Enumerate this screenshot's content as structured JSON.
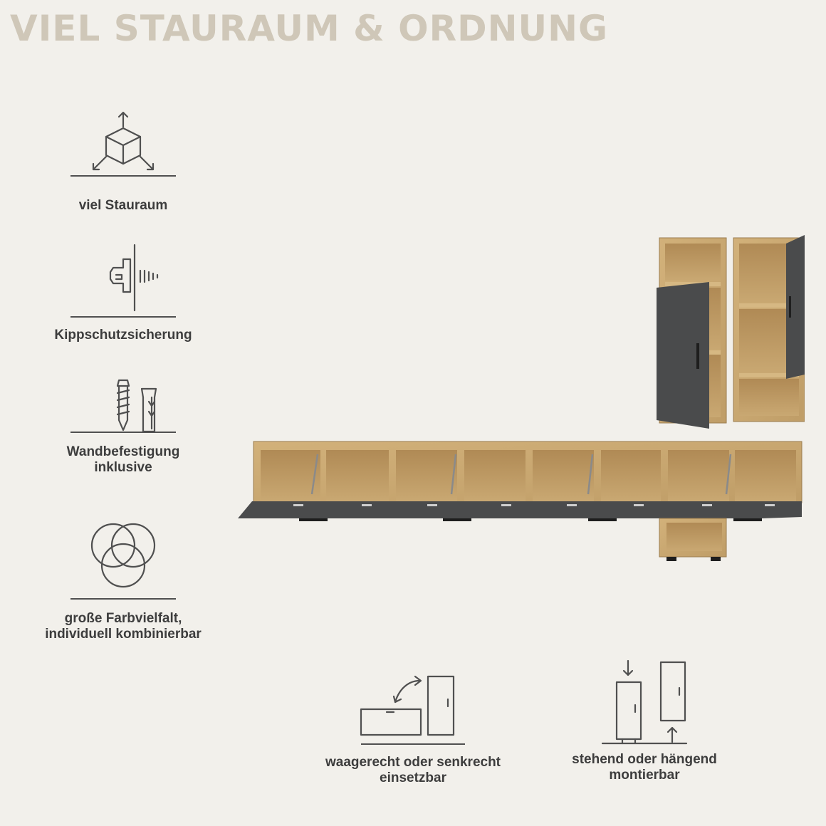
{
  "page": {
    "title": "VIEL STAURAUM & ORDNUNG",
    "colors": {
      "background": "#f2f0eb",
      "title": "#cfc7b8",
      "text": "#3d3d3d",
      "icon": "#505050",
      "oak": "#c9a872",
      "anthracite": "#4a4b4c"
    }
  },
  "features_left": [
    {
      "icon": "cube-arrows-icon",
      "label": "viel Stauraum"
    },
    {
      "icon": "wall-screw-icon",
      "label": "Kippschutzsicherung"
    },
    {
      "icon": "screw-dowel-icon",
      "label": "Wandbefestigung\ninklusive"
    },
    {
      "icon": "color-circles-icon",
      "label": "große Farbvielfalt,\nindividuell kombinierbar"
    }
  ],
  "features_bottom": [
    {
      "icon": "horizontal-vertical-icon",
      "label": "waagerecht oder senkrecht\neinsetzbar"
    },
    {
      "icon": "standing-hanging-icon",
      "label": "stehend oder hängend\nmontierbar"
    }
  ]
}
